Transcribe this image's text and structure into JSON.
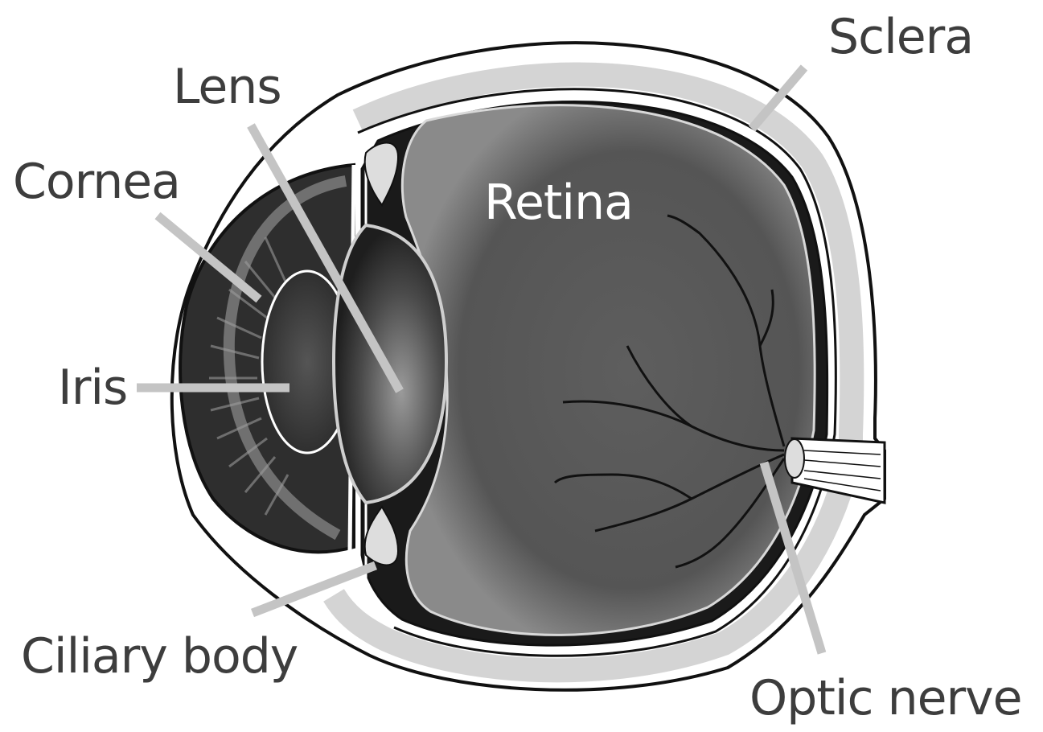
{
  "labels": {
    "lens": "Lens",
    "sclera": "Sclera",
    "cornea": "Cornea",
    "retina": "Retina",
    "iris": "Iris",
    "ciliary_body": "Ciliary body",
    "optic_nerve": "Optic nerve"
  },
  "colors": {
    "label_text": "#3d3d3d",
    "leader_line": "#c4c4c4",
    "sclera_fill": "#d4d4d4",
    "interior_dark": "#2b2b2b",
    "vitreous_gray": "#6a6a6a",
    "iris_dark": "#3a3a3a",
    "outline": "#111111"
  }
}
